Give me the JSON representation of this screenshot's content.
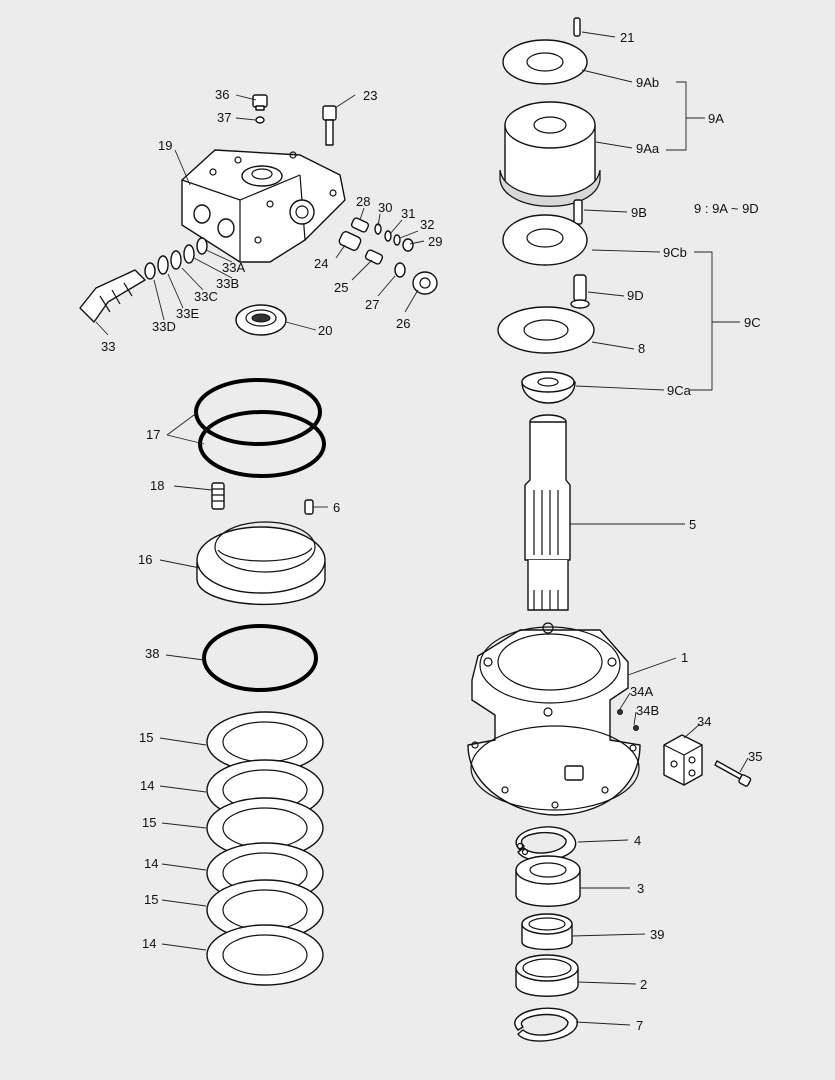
{
  "labels": {
    "l1": "1",
    "l2": "2",
    "l3": "3",
    "l4": "4",
    "l5": "5",
    "l6": "6",
    "l7": "7",
    "l8": "8",
    "l9A": "9A",
    "l9Aa": "9Aa",
    "l9Ab": "9Ab",
    "l9B": "9B",
    "l9C": "9C",
    "l9Ca": "9Ca",
    "l9Cb": "9Cb",
    "l9D": "9D",
    "l14a": "14",
    "l14b": "14",
    "l14c": "14",
    "l15a": "15",
    "l15b": "15",
    "l15c": "15",
    "l16": "16",
    "l17": "17",
    "l18": "18",
    "l19": "19",
    "l20": "20",
    "l21": "21",
    "l23": "23",
    "l24": "24",
    "l25": "25",
    "l26": "26",
    "l27": "27",
    "l28": "28",
    "l29": "29",
    "l30": "30",
    "l31": "31",
    "l32": "32",
    "l33": "33",
    "l33A": "33A",
    "l33B": "33B",
    "l33C": "33C",
    "l33D": "33D",
    "l33E": "33E",
    "l34": "34",
    "l34A": "34A",
    "l34B": "34B",
    "l35": "35",
    "l36": "36",
    "l37": "37",
    "l38": "38",
    "l39": "39"
  },
  "legend_text": "9 : 9A ~ 9D"
}
